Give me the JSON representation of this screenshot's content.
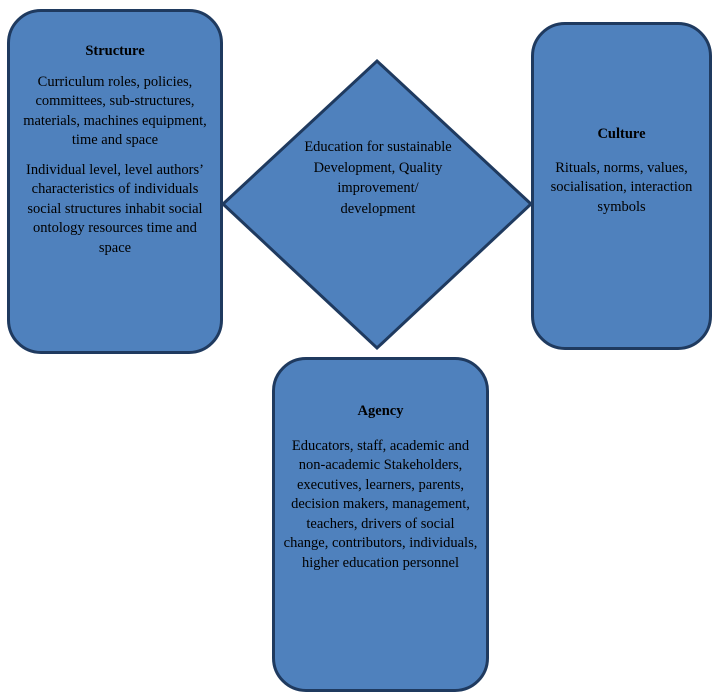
{
  "structure": {
    "title": "Structure",
    "text1": "Curriculum roles, policies, committees, sub-structures, materials, machines equipment, time and space",
    "text2": "Individual level, level authors’ characteristics of individuals social structures inhabit social ontology resources time and space"
  },
  "center": {
    "text": "Education for sustainable Development, Quality improvement/ development"
  },
  "culture": {
    "title": "Culture",
    "text": "Rituals, norms, values, socialisation, interaction symbols"
  },
  "agency": {
    "title": "Agency",
    "text": "Educators, staff, academic and non-academic Stakeholders, executives, learners, parents, decision makers, management, teachers, drivers of social change, contributors, individuals, higher education personnel"
  },
  "colors": {
    "fill": "#4f81bd",
    "outline": "#1f3a5f"
  }
}
